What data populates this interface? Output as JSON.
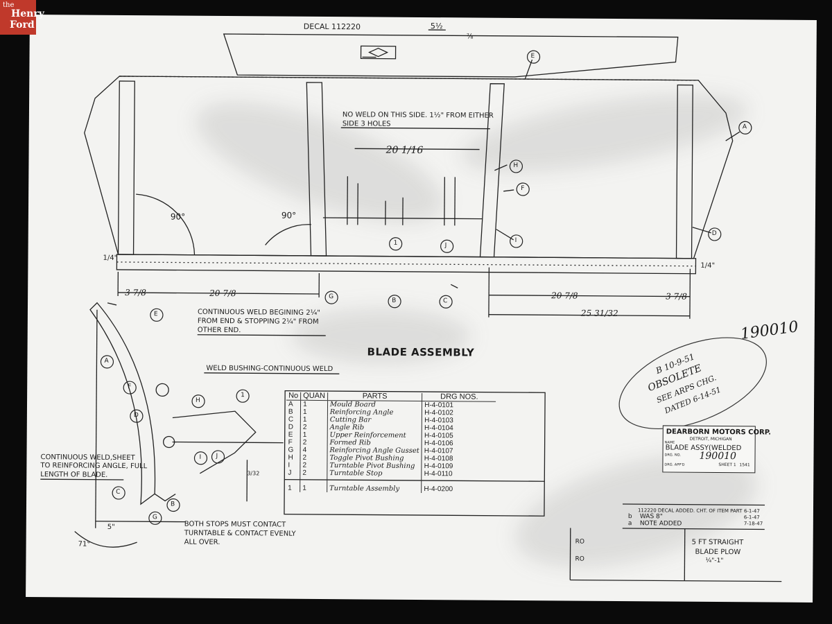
{
  "logo": {
    "the": "the",
    "henry": "Henry",
    "ford": "Ford"
  },
  "decal": {
    "label": "DECAL 112220",
    "dim_width": "5½",
    "dim_height": "⅞"
  },
  "callouts": {
    "no_weld_line1": "NO WELD ON THIS SIDE. 1½\" FROM EITHER",
    "no_weld_line2": "SIDE 3 HOLES",
    "dim_center": "20 1/16",
    "angle_left": "90°",
    "angle_mid": "90°",
    "dim_left_small": "3 7/8",
    "dim_left_large": "20 7/8",
    "dim_right_large": "20 7/8",
    "dim_right_small": "3 7/8",
    "dim_overall_right": "25 31/32",
    "dim_quarter_left": "1/4\"",
    "dim_quarter_right": "1/4\"",
    "continuous_weld_1": "CONTINUOUS WELD BEGINING 2¼\"",
    "continuous_weld_2": "FROM END & STOPPING 2¼\" FROM",
    "continuous_weld_3": "OTHER END.",
    "weld_bushing": "WELD BUSHING-CONTINUOUS WELD",
    "sheet_weld_1": "CONTINUOUS WELD,SHEET",
    "sheet_weld_2": "TO REINFORCING ANGLE, FULL",
    "sheet_weld_3": "LENGTH OF BLADE.",
    "stops_1": "BOTH STOPS MUST CONTACT",
    "stops_2": "TURNTABLE & CONTACT EVENLY",
    "stops_3": "ALL OVER.",
    "dim_5": "5\"",
    "angle_71": "71°",
    "dim_side": "3/32"
  },
  "letters": {
    "A": "A",
    "B": "B",
    "C": "C",
    "D": "D",
    "E": "E",
    "F": "F",
    "G": "G",
    "H": "H",
    "I": "I",
    "J": "J",
    "one": "1"
  },
  "title": "BLADE ASSEMBLY",
  "drawing_number_hand": "190010",
  "obsolete_stamp": {
    "line1": "B 10-9-51",
    "line2": "OBSOLETE",
    "line3": "SEE ARPS CHG.",
    "line4": "DATED 6-14-51"
  },
  "parts_table": {
    "headers": [
      "No",
      "QUAN",
      "PARTS",
      "DRG NOS."
    ],
    "rows": [
      [
        "A",
        "1",
        "Mould Board",
        "H-4-0101"
      ],
      [
        "B",
        "1",
        "Reinforcing Angle",
        "H-4-0102"
      ],
      [
        "C",
        "1",
        "Cutting Bar",
        "H-4-0103"
      ],
      [
        "D",
        "2",
        "Angle Rib",
        "H-4-0104"
      ],
      [
        "E",
        "1",
        "Upper Reinforcement",
        "H-4-0105"
      ],
      [
        "F",
        "2",
        "Formed Rib",
        "H-4-0106"
      ],
      [
        "G",
        "4",
        "Reinforcing Angle Gusset",
        "H-4-0107"
      ],
      [
        "H",
        "2",
        "Toggle Pivot Bushing",
        "H-4-0108"
      ],
      [
        "I",
        "2",
        "Turntable Pivot Bushing",
        "H-4-0109"
      ],
      [
        "J",
        "2",
        "Turntable Stop",
        "H-4-0110"
      ],
      [
        "",
        "",
        "",
        ""
      ],
      [
        "1",
        "1",
        "Turntable Assembly",
        "H-4-0200"
      ]
    ]
  },
  "title_block": {
    "company": "DEARBORN MOTORS CORP.",
    "location": "DETROIT, MICHIGAN",
    "name_label": "NAME",
    "name": "BLADE ASSY(WELDED",
    "drg_label": "DRG. NO.",
    "drg_no": "190010",
    "appd_label": "DRG. APP'D",
    "sheet": "SHEET 1",
    "sheet_of": "1541"
  },
  "revisions": {
    "c_text": "112220 DECAL ADDED. CHT. OF ITEM PART",
    "c_date1": "6-1-47",
    "b_mark": "b",
    "b_text": "WAS 8\"",
    "b_date": "6-1-47",
    "a_mark": "a",
    "a_text": "NOTE ADDED",
    "a_date": "7-18-47"
  },
  "description": {
    "line1": "5 FT STRAIGHT",
    "line2": "BLADE PLOW",
    "line3": "¼\"-1\""
  },
  "ro_marks": {
    "ro1": "RO",
    "ro2": "RO"
  }
}
